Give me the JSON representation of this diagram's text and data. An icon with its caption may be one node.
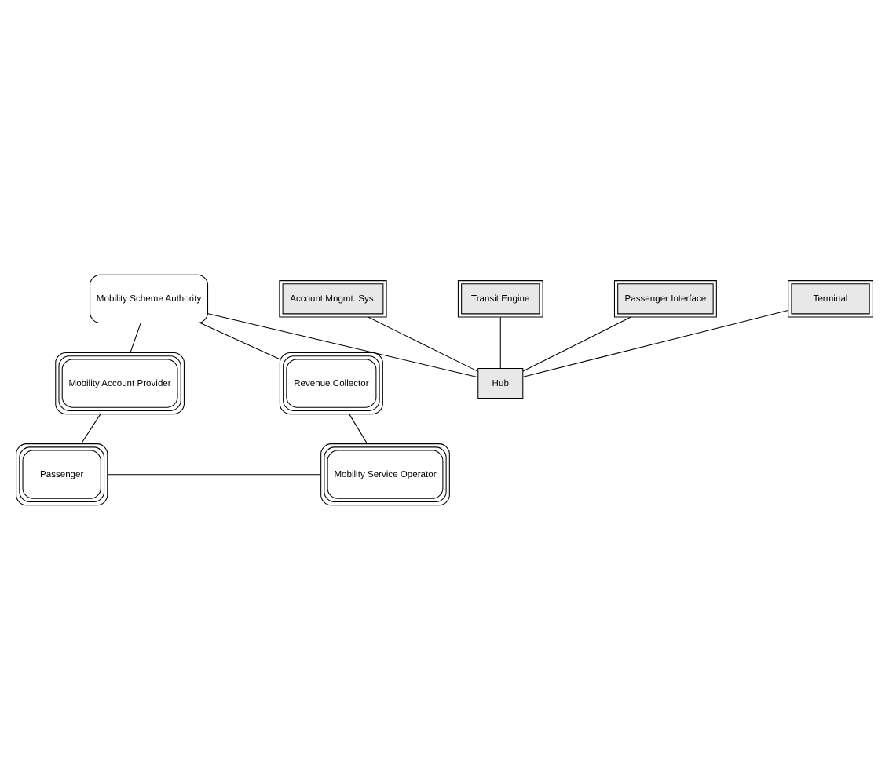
{
  "diagram": {
    "nodes": [
      {
        "text": [
          "Mobility Scheme Authority"
        ]
      },
      {
        "text": [
          "Mobility Account Provider"
        ]
      },
      {
        "text": [
          "Revenue Collector"
        ]
      },
      {
        "text": [
          "Account Mngmt. Sys."
        ]
      },
      {
        "text": [
          "Transit Engine"
        ]
      },
      {
        "text": [
          "Hub"
        ]
      },
      {
        "text": [
          "Passenger Interface"
        ]
      },
      {
        "text": [
          "Terminal"
        ]
      },
      {
        "text": [
          "Passenger"
        ]
      },
      {
        "text": [
          "Mobility Service Operator"
        ]
      }
    ],
    "edges": [
      {
        "from": 0,
        "to": 1,
        "arrow": "none"
      },
      {
        "from": 0,
        "to": 5,
        "arrow": "none"
      },
      {
        "from": 0,
        "to": 2,
        "arrow": "none"
      },
      {
        "from": 3,
        "to": 5,
        "arrow": "none"
      },
      {
        "from": 4,
        "to": 5,
        "arrow": "none"
      },
      {
        "from": 6,
        "to": 5,
        "arrow": "none"
      },
      {
        "from": 7,
        "to": 5,
        "arrow": "none"
      },
      {
        "from": 1,
        "to": 8,
        "arrow": "none"
      },
      {
        "from": 2,
        "to": 9,
        "arrow": "none"
      },
      {
        "from": 8,
        "to": 9,
        "arrow": "none"
      }
    ]
  }
}
